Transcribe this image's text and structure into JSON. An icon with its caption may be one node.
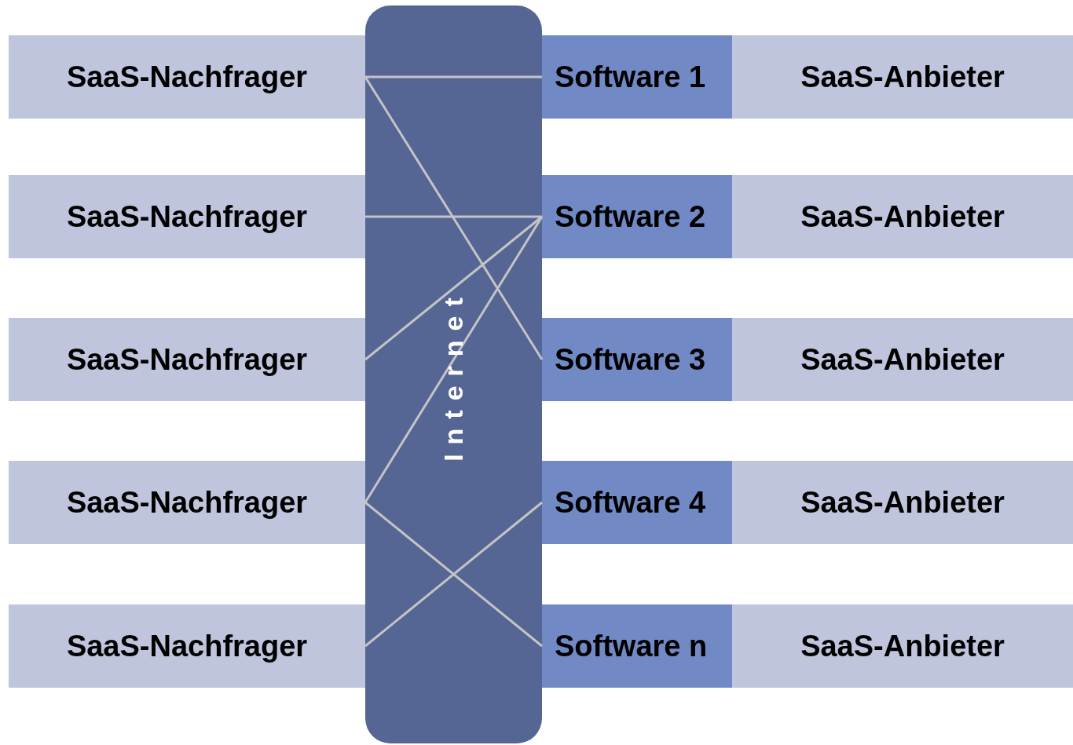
{
  "diagram": {
    "nodes": [
      {
        "text": [
          "SaaS-Nachfrager"
        ]
      },
      {
        "text": [
          "SaaS-Nachfrager"
        ]
      },
      {
        "text": [
          "SaaS-Nachfrager"
        ]
      },
      {
        "text": [
          "SaaS-Nachfrager"
        ]
      },
      {
        "text": [
          "SaaS-Nachfrager"
        ]
      },
      {
        "text": [
          "Software 1"
        ]
      },
      {
        "text": [
          "Software 2"
        ]
      },
      {
        "text": [
          "Software 3"
        ]
      },
      {
        "text": [
          "Software 4"
        ]
      },
      {
        "text": [
          "Software n"
        ]
      },
      {
        "text": [
          "SaaS-Anbieter"
        ]
      },
      {
        "text": [
          "SaaS-Anbieter"
        ]
      },
      {
        "text": [
          "SaaS-Anbieter"
        ]
      },
      {
        "text": [
          "SaaS-Anbieter"
        ]
      },
      {
        "text": [
          "SaaS-Anbieter"
        ]
      }
    ],
    "edges": [
      {
        "from": 0,
        "to": 5,
        "arrow": "none"
      },
      {
        "from": 0,
        "to": 7,
        "arrow": "none"
      },
      {
        "from": 1,
        "to": 6,
        "arrow": "none"
      },
      {
        "from": 2,
        "to": 6,
        "arrow": "none"
      },
      {
        "from": 3,
        "to": 6,
        "arrow": "none"
      },
      {
        "from": 3,
        "to": 9,
        "arrow": "none"
      },
      {
        "from": 4,
        "to": 8,
        "arrow": "none"
      }
    ],
    "labels": [
      "Internet"
    ]
  }
}
